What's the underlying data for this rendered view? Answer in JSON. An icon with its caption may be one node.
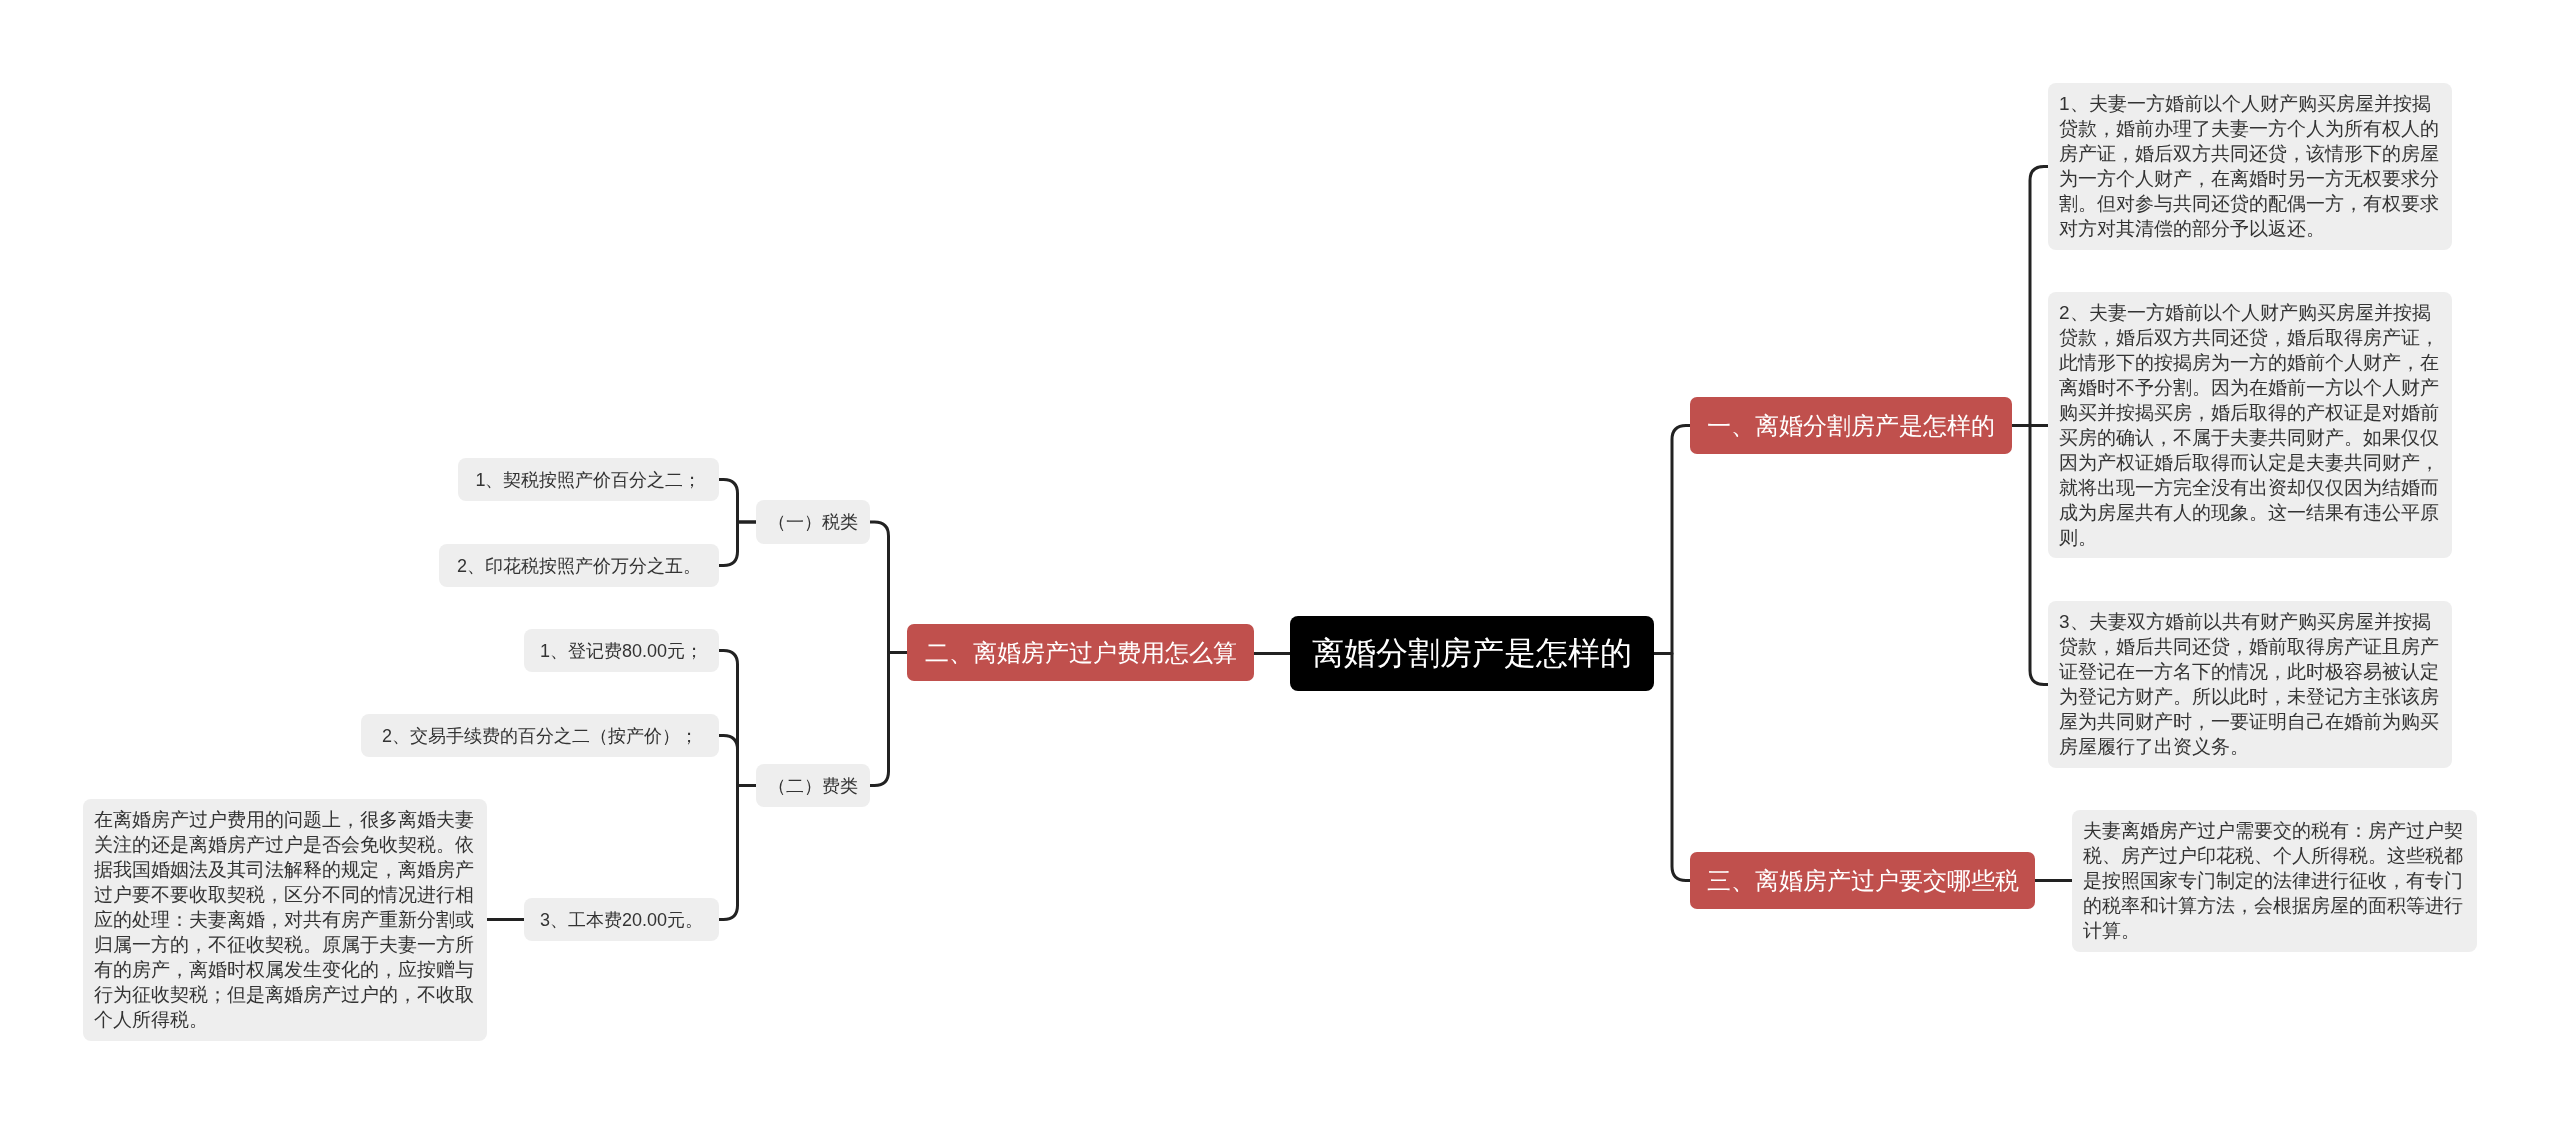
{
  "diagram": {
    "nodes": [
      {
        "text": [
          "离婚分割房产是怎样的"
        ]
      },
      {
        "text": [
          "一、离婚分割房产是怎样的"
        ]
      },
      {
        "text": [
          "1、夫妻一方婚前以个人财产购买房屋并按揭贷款，婚前办理了夫妻一方个人为所有权人的房产证，婚后双方共同还贷，该情形下的房屋为一方个人财产，在离婚时另一方无权要求分割。但对参与共同还贷的配偶一方，有权要求对方对其清偿的部分予以返还。"
        ]
      },
      {
        "text": [
          "2、夫妻一方婚前以个人财产购买房屋并按揭贷款，婚后双方共同还贷，婚后取得房产证，此情形下的按揭房为一方的婚前个人财产，在离婚时不予分割。因为在婚前一方以个人财产购买并按揭买房，婚后取得的产权证是对婚前买房的确认，不属于夫妻共同财产。如果仅仅因为产权证婚后取得而认定是夫妻共同财产，就将出现一方完全没有出资却仅仅因为结婚而成为房屋共有人的现象。这一结果有违公平原则。"
        ]
      },
      {
        "text": [
          "3、夫妻双方婚前以共有财产购买房屋并按揭贷款，婚后共同还贷，婚前取得房产证且房产证登记在一方名下的情况，此时极容易被认定为登记方财产。所以此时，未登记方主张该房屋为共同财产时，一要证明自己在婚前为购买房屋履行了出资义务。"
        ]
      },
      {
        "text": [
          "二、离婚房产过户费用怎么算"
        ]
      },
      {
        "text": [
          "（一）税类"
        ]
      },
      {
        "text": [
          "1、契税按照产价百分之二；"
        ]
      },
      {
        "text": [
          "2、印花税按照产价万分之五。"
        ]
      },
      {
        "text": [
          "（二）费类"
        ]
      },
      {
        "text": [
          "1、登记费80.00元；"
        ]
      },
      {
        "text": [
          "2、交易手续费的百分之二（按产价）；"
        ]
      },
      {
        "text": [
          "3、工本费20.00元。"
        ]
      },
      {
        "text": [
          "在离婚房产过户费用的问题上，很多离婚夫妻关注的还是离婚房产过户是否会免收契税。依据我国婚姻法及其司法解释的规定，离婚房产过户要不要收取契税，区分不同的情况进行相应的处理：夫妻离婚，对共有房产重新分割或归属一方的，不征收契税。原属于夫妻一方所有的房产，离婚时权属发生变化的，应按赠与行为征收契税；但是离婚房产过户的，不收取个人所得税。"
        ]
      },
      {
        "text": [
          "三、离婚房产过户要交哪些税"
        ]
      },
      {
        "text": [
          "夫妻离婚房产过户需要交的税有：房产过户契税、房产过户印花税、个人所得税。这些税都是按照国家专门制定的法律进行征收，有专门的税率和计算方法，会根据房屋的面积等进行计算。"
        ]
      }
    ],
    "edges": [
      {
        "from": 0,
        "to": 1,
        "arrow": "none"
      },
      {
        "from": 1,
        "to": 2,
        "arrow": "none"
      },
      {
        "from": 1,
        "to": 3,
        "arrow": "none"
      },
      {
        "from": 1,
        "to": 4,
        "arrow": "none"
      },
      {
        "from": 0,
        "to": 5,
        "arrow": "none"
      },
      {
        "from": 5,
        "to": 6,
        "arrow": "none"
      },
      {
        "from": 6,
        "to": 7,
        "arrow": "none"
      },
      {
        "from": 6,
        "to": 8,
        "arrow": "none"
      },
      {
        "from": 5,
        "to": 9,
        "arrow": "none"
      },
      {
        "from": 9,
        "to": 10,
        "arrow": "none"
      },
      {
        "from": 9,
        "to": 11,
        "arrow": "none"
      },
      {
        "from": 9,
        "to": 12,
        "arrow": "none"
      },
      {
        "from": 12,
        "to": 13,
        "arrow": "none"
      },
      {
        "from": 0,
        "to": 14,
        "arrow": "none"
      },
      {
        "from": 14,
        "to": 15,
        "arrow": "none"
      }
    ]
  }
}
